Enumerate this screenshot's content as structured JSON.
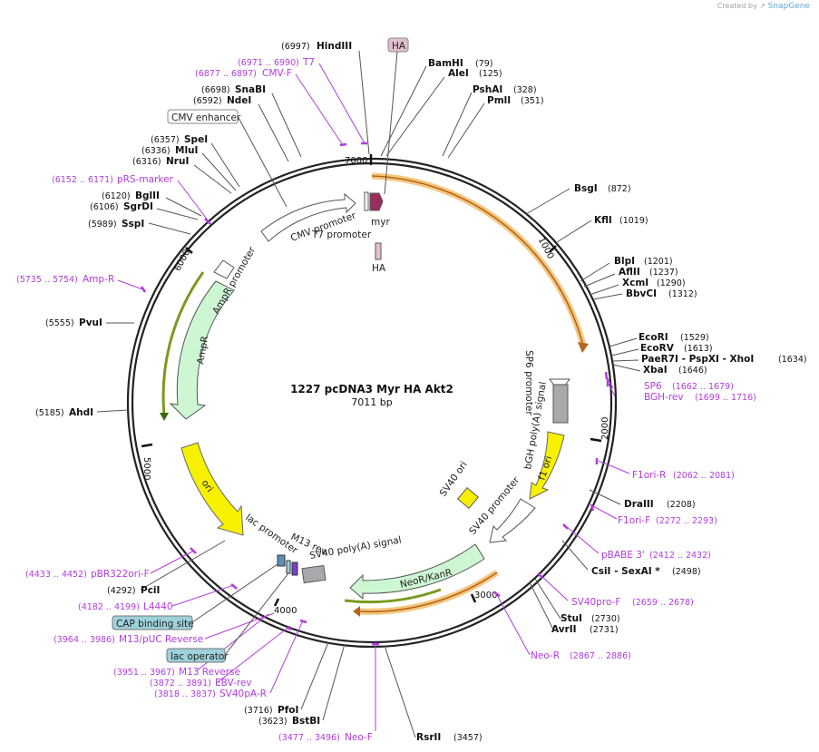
{
  "credit": {
    "prefix": "Created by",
    "brand": "SnapGene"
  },
  "plasmid": {
    "name": "1227 pcDNA3 Myr HA Akt2",
    "length_label": "7011 bp",
    "length": 7011
  },
  "ticks": [
    "1000",
    "2000",
    "3000",
    "4000",
    "5000",
    "6000",
    "7000"
  ],
  "enzymes": [
    {
      "pos": "(6997)",
      "name": "HindIII"
    },
    {
      "pos": "(79)",
      "name": "BamHI"
    },
    {
      "pos": "(125)",
      "name": "AleI"
    },
    {
      "pos": "(328)",
      "name": "PshAI"
    },
    {
      "pos": "(351)",
      "name": "PmlI"
    },
    {
      "pos": "(6698)",
      "name": "SnaBI"
    },
    {
      "pos": "(6592)",
      "name": "NdeI"
    },
    {
      "pos": "(6357)",
      "name": "SpeI"
    },
    {
      "pos": "(6336)",
      "name": "MluI"
    },
    {
      "pos": "(6316)",
      "name": "NruI"
    },
    {
      "pos": "(6120)",
      "name": "BglII"
    },
    {
      "pos": "(6106)",
      "name": "SgrDI"
    },
    {
      "pos": "(5989)",
      "name": "SspI"
    },
    {
      "pos": "(5555)",
      "name": "PvuI"
    },
    {
      "pos": "(5185)",
      "name": "AhdI"
    },
    {
      "pos": "(4292)",
      "name": "PciI"
    },
    {
      "pos": "(3716)",
      "name": "PfoI"
    },
    {
      "pos": "(3623)",
      "name": "BstBI"
    },
    {
      "pos": "(3457)",
      "name": "RsrII"
    },
    {
      "pos": "(872)",
      "name": "BsgI"
    },
    {
      "pos": "(1019)",
      "name": "KflI"
    },
    {
      "pos": "(1201)",
      "name": "BlpI"
    },
    {
      "pos": "(1237)",
      "name": "AflII"
    },
    {
      "pos": "(1290)",
      "name": "XcmI"
    },
    {
      "pos": "(1312)",
      "name": "BbvCI"
    },
    {
      "pos": "(1529)",
      "name": "EcoRI"
    },
    {
      "pos": "(1613)",
      "name": "EcoRV"
    },
    {
      "pos": "(1634)",
      "name": "PaeR7I - PspXI - XhoI"
    },
    {
      "pos": "(1646)",
      "name": "XbaI"
    },
    {
      "pos": "(2208)",
      "name": "DraIII"
    },
    {
      "pos": "(2498)",
      "name": "CsiI - SexAI *"
    },
    {
      "pos": "(2730)",
      "name": "StuI"
    },
    {
      "pos": "(2731)",
      "name": "AvrII"
    }
  ],
  "primers": [
    {
      "range": "(6971 .. 6990)",
      "name": "T7"
    },
    {
      "range": "(6877 .. 6897)",
      "name": "CMV-F"
    },
    {
      "range": "(6152 .. 6171)",
      "name": "pRS-marker"
    },
    {
      "range": "(5735 .. 5754)",
      "name": "Amp-R"
    },
    {
      "range": "(4433 .. 4452)",
      "name": "pBR322ori-F"
    },
    {
      "range": "(4182 .. 4199)",
      "name": "L4440"
    },
    {
      "range": "(3964 .. 3986)",
      "name": "M13/pUC Reverse"
    },
    {
      "range": "(3951 .. 3967)",
      "name": "M13 Reverse"
    },
    {
      "range": "(3872 .. 3891)",
      "name": "EBV-rev"
    },
    {
      "range": "(3818 .. 3837)",
      "name": "SV40pA-R"
    },
    {
      "range": "(3477 .. 3496)",
      "name": "Neo-F"
    },
    {
      "range": "(1662 .. 1679)",
      "name": "SP6"
    },
    {
      "range": "(1699 .. 1716)",
      "name": "BGH-rev"
    },
    {
      "range": "(2062 .. 2081)",
      "name": "F1ori-R"
    },
    {
      "range": "(2272 .. 2293)",
      "name": "F1ori-F"
    },
    {
      "range": "(2412 .. 2432)",
      "name": "pBABE 3'"
    },
    {
      "range": "(2659 .. 2678)",
      "name": "SV40pro-F"
    },
    {
      "range": "(2867 .. 2886)",
      "name": "Neo-R"
    }
  ],
  "boxed_labels": [
    {
      "name": "HA",
      "color": "#e2bfd0"
    },
    {
      "name": "CMV enhancer",
      "color": "#ffffff"
    },
    {
      "name": "CAP binding site",
      "color": "#9ed1da"
    },
    {
      "name": "lac operator",
      "color": "#9ed1da"
    }
  ],
  "features": [
    {
      "name": "CMV promoter"
    },
    {
      "name": "T7 promoter"
    },
    {
      "name": "myr"
    },
    {
      "name": "HA"
    },
    {
      "name": "AmpR promoter"
    },
    {
      "name": "AmpR"
    },
    {
      "name": "ori"
    },
    {
      "name": "lac promoter"
    },
    {
      "name": "M13 rev"
    },
    {
      "name": "SV40 poly(A) signal"
    },
    {
      "name": "NeoR/KanR"
    },
    {
      "name": "SV40 promoter"
    },
    {
      "name": "SV40 ori"
    },
    {
      "name": "f1 ori"
    },
    {
      "name": "bGH poly(A) signal"
    },
    {
      "name": "SP6 promoter"
    }
  ],
  "colors": {
    "backbone": "#222222",
    "primer": "#b23be0",
    "ampr": "#cdf7d3",
    "ori": "#f7f000",
    "orf_highlight": "#f5c77e",
    "myr": "#9a2d5e"
  }
}
